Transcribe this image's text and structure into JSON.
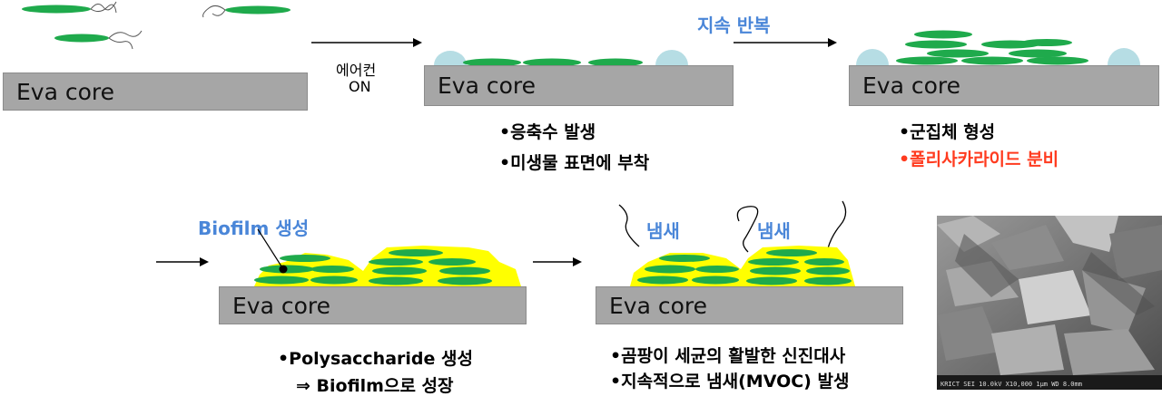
{
  "colors": {
    "bacteria": "#1faa4c",
    "biofilm": "#ffff00",
    "core": "#a6a6a6",
    "droplet": "#b6dde4",
    "accent_blue": "#4a86d8",
    "accent_red": "#ff3b1f"
  },
  "stage1": {
    "core_label": "Eva core"
  },
  "arrow1": {
    "line1": "에어컨",
    "line2": "ON"
  },
  "stage2": {
    "core_label": "Eva core",
    "bullet1": "•응축수 발생",
    "bullet2": "•미생물 표면에 부착"
  },
  "arrow2": {
    "label": "지속 반복"
  },
  "stage3": {
    "core_label": "Eva core",
    "bullet1": "•군집체 형성",
    "bullet2": "•폴리사카라이드 분비"
  },
  "stage4": {
    "title": "Biofilm 생성",
    "core_label": "Eva core",
    "bullet1": "•Polysaccharide 생성",
    "bullet2": "⇒ Biofilm으로 성장"
  },
  "stage5": {
    "smell1": "냄새",
    "smell2": "냄새",
    "core_label": "Eva core",
    "bullet1": "•곰팡이 세균의 활발한 신진대사",
    "bullet2": "•지속적으로 냄새(MVOC) 발생"
  },
  "sem_image": {
    "caption": "KRICT     SEI    10.0kV  X10,000    1μm    WD 8.0mm"
  }
}
